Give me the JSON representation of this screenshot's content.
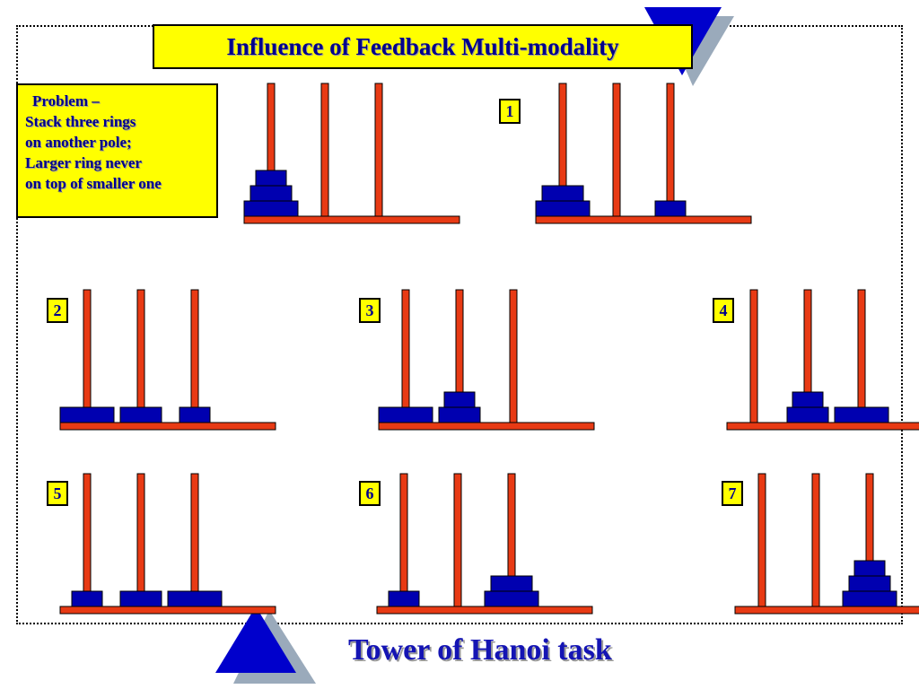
{
  "title": "Influence of Feedback Multi-modality",
  "problem": {
    "lines": [
      "Problem –",
      "Stack three rings",
      "on another pole;",
      "Larger ring never",
      "on top of smaller one"
    ]
  },
  "states": [
    {
      "label": "",
      "pegs": [
        [
          3,
          2,
          1
        ],
        [],
        []
      ]
    },
    {
      "label": "1",
      "pegs": [
        [
          3,
          2
        ],
        [],
        [
          1
        ]
      ]
    },
    {
      "label": "2",
      "pegs": [
        [
          3
        ],
        [
          2
        ],
        [
          1
        ]
      ]
    },
    {
      "label": "3",
      "pegs": [
        [
          3
        ],
        [
          2,
          1
        ],
        []
      ]
    },
    {
      "label": "4",
      "pegs": [
        [],
        [
          2,
          1
        ],
        [
          3
        ]
      ]
    },
    {
      "label": "5",
      "pegs": [
        [
          1
        ],
        [
          2
        ],
        [
          3
        ]
      ]
    },
    {
      "label": "6",
      "pegs": [
        [
          1
        ],
        [],
        [
          3,
          2
        ]
      ]
    },
    {
      "label": "7",
      "pegs": [
        [],
        [],
        [
          3,
          2,
          1
        ]
      ]
    }
  ],
  "footer": "Tower of Hanoi task",
  "colors": {
    "pole": "#e83a14",
    "ring": "#0000b0",
    "label_bg": "#ffff00",
    "text": "#00008b",
    "triangle": "#0000cc",
    "triangle_shadow": "#9aaabb"
  }
}
